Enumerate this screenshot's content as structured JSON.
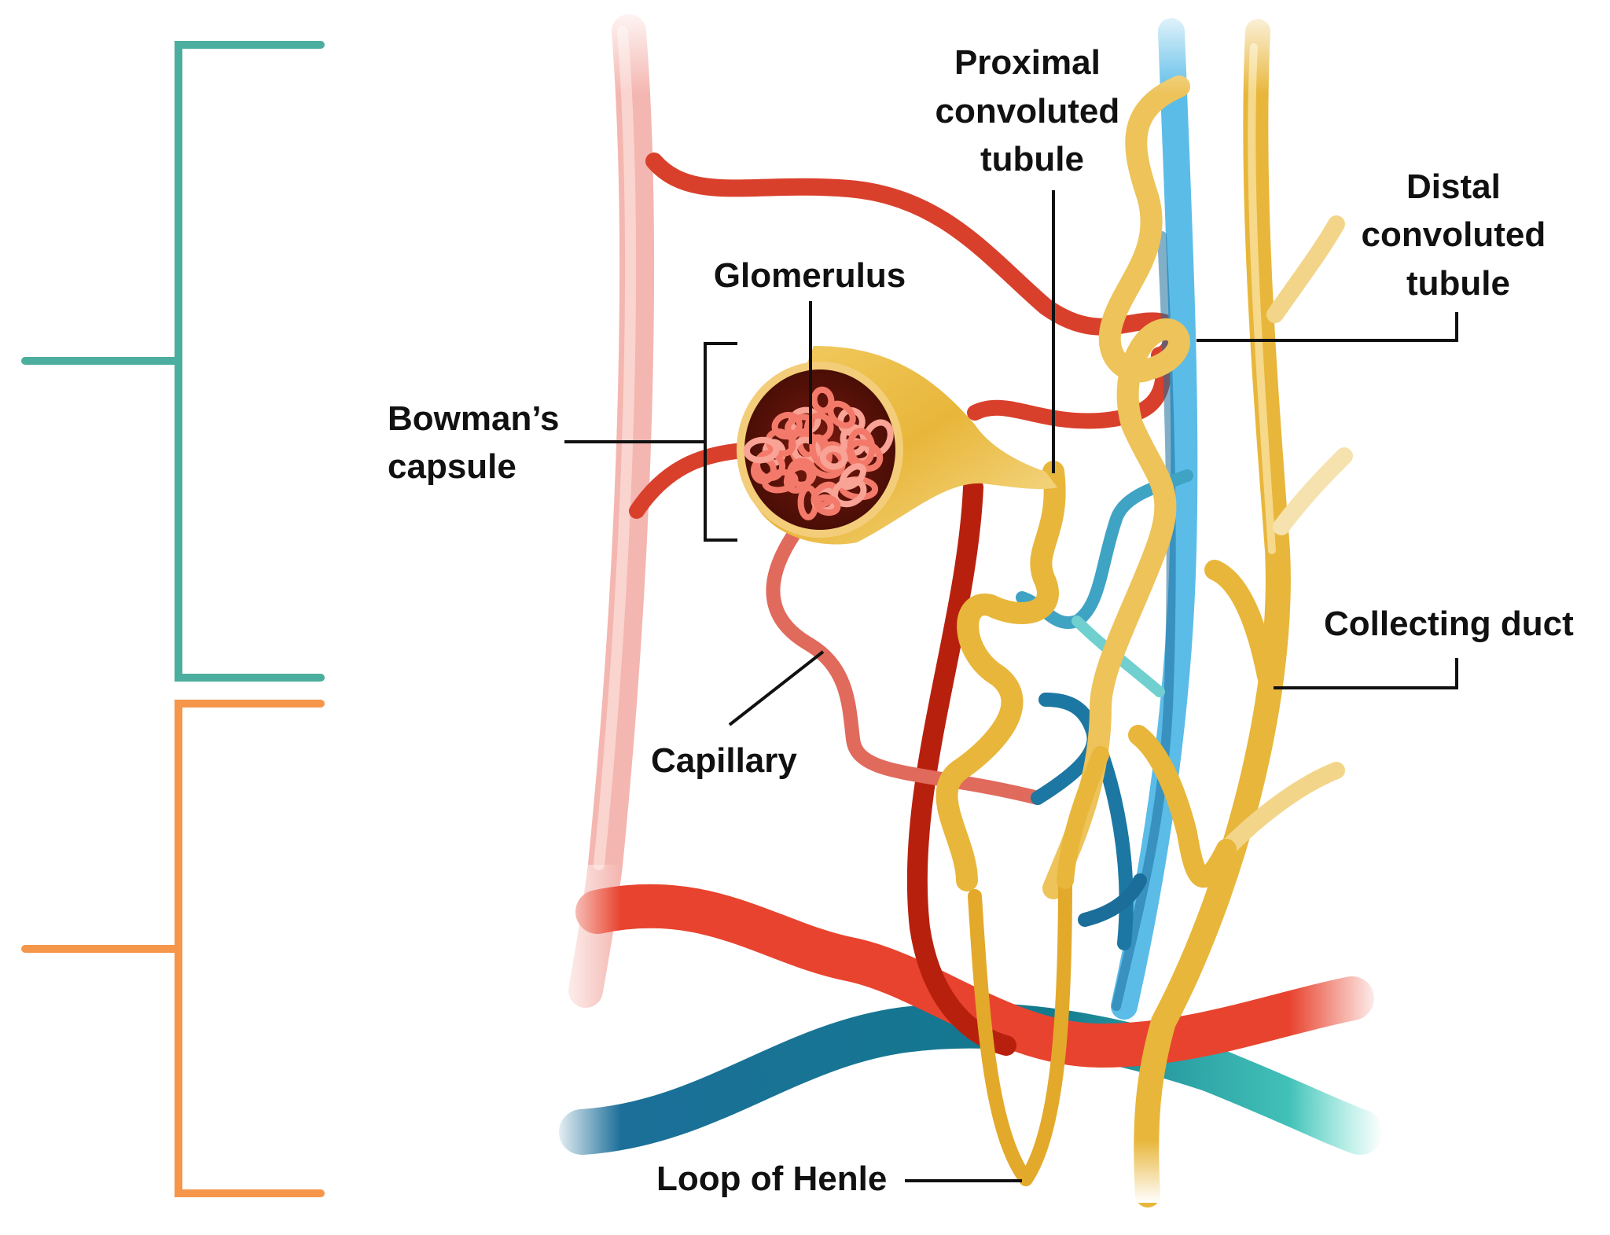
{
  "diagram": {
    "title": "Nephron structure",
    "labels": {
      "proximal": [
        "Proximal",
        "convoluted",
        "tubule"
      ],
      "distal": [
        "Distal",
        "convoluted",
        "tubule"
      ],
      "glomerulus": "Glomerulus",
      "bowmans": [
        "Bowman’s",
        "capsule"
      ],
      "capillary": "Capillary",
      "collecting_duct": "Collecting duct",
      "loop_of_henle": "Loop of Henle"
    },
    "brackets": [
      {
        "name": "upper-bracket",
        "color": "#4BAE9E",
        "label": ""
      },
      {
        "name": "lower-bracket",
        "color": "#F5964A",
        "label": ""
      }
    ],
    "colors": {
      "artery": "#D93A2B",
      "artery_dark": "#B8200E",
      "artery_light": "#F4B6B0",
      "vein": "#1C6E9A",
      "vein_light": "#5BBCE8",
      "vein_teal": "#1FB5A8",
      "tubule": "#E8B63A",
      "tubule_light": "#F6D98A",
      "glomerulus": "#F37A6A",
      "glomerulus_dark": "#5A1208",
      "label_text": "#111111"
    }
  }
}
